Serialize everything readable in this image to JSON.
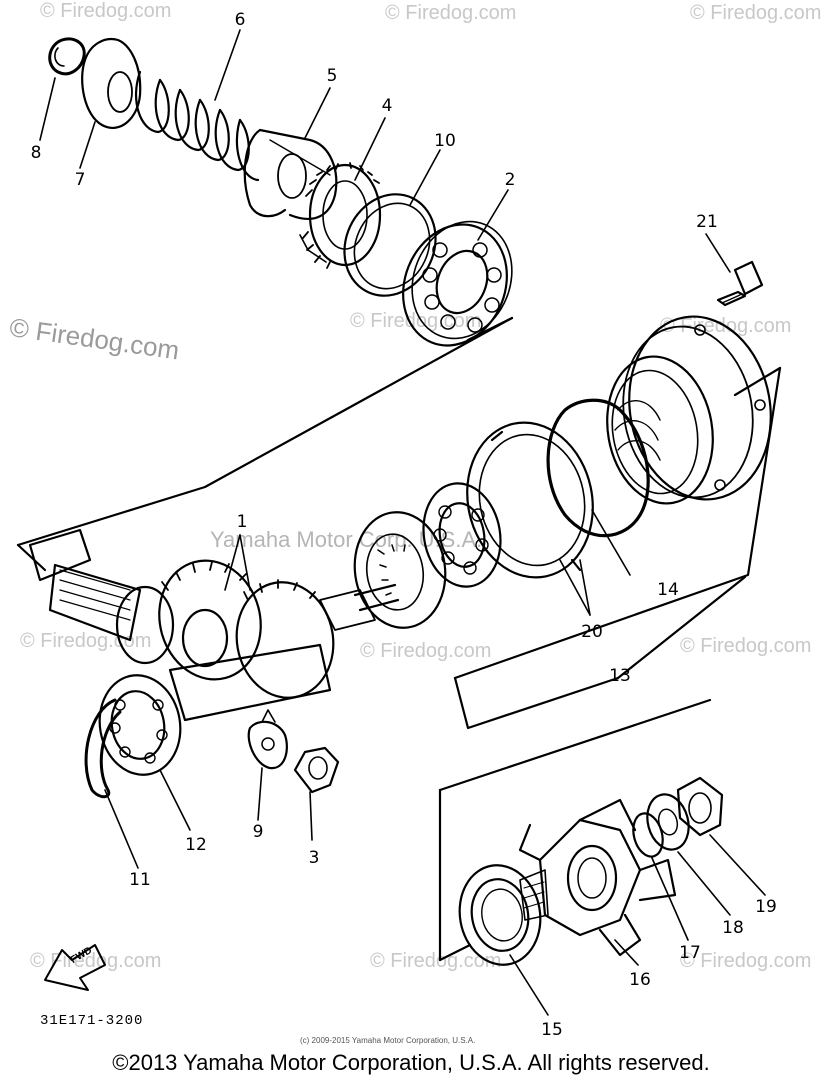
{
  "watermarks": {
    "firedog_small": "© Firedog.com",
    "firedog_left": "© Firedog.com",
    "center": "Yamaha Motor Corp. U.S.A."
  },
  "callouts": [
    {
      "id": "1",
      "label": "1"
    },
    {
      "id": "2",
      "label": "2"
    },
    {
      "id": "3",
      "label": "3"
    },
    {
      "id": "4",
      "label": "4"
    },
    {
      "id": "5",
      "label": "5"
    },
    {
      "id": "6",
      "label": "6"
    },
    {
      "id": "7",
      "label": "7"
    },
    {
      "id": "8",
      "label": "8"
    },
    {
      "id": "9",
      "label": "9"
    },
    {
      "id": "10",
      "label": "10"
    },
    {
      "id": "11",
      "label": "11"
    },
    {
      "id": "12",
      "label": "12"
    },
    {
      "id": "13",
      "label": "13"
    },
    {
      "id": "14",
      "label": "14"
    },
    {
      "id": "15",
      "label": "15"
    },
    {
      "id": "16",
      "label": "16"
    },
    {
      "id": "17",
      "label": "17"
    },
    {
      "id": "18",
      "label": "18"
    },
    {
      "id": "19",
      "label": "19"
    },
    {
      "id": "20",
      "label": "20"
    },
    {
      "id": "21",
      "label": "21"
    }
  ],
  "fwd_label": "FWD",
  "diagram_code": "31E171-3200",
  "fine_print": "(c) 2009-2015 Yamaha Motor Corporation, U.S.A.",
  "copyright": "©2013 Yamaha Motor Corporation, U.S.A. All rights reserved."
}
